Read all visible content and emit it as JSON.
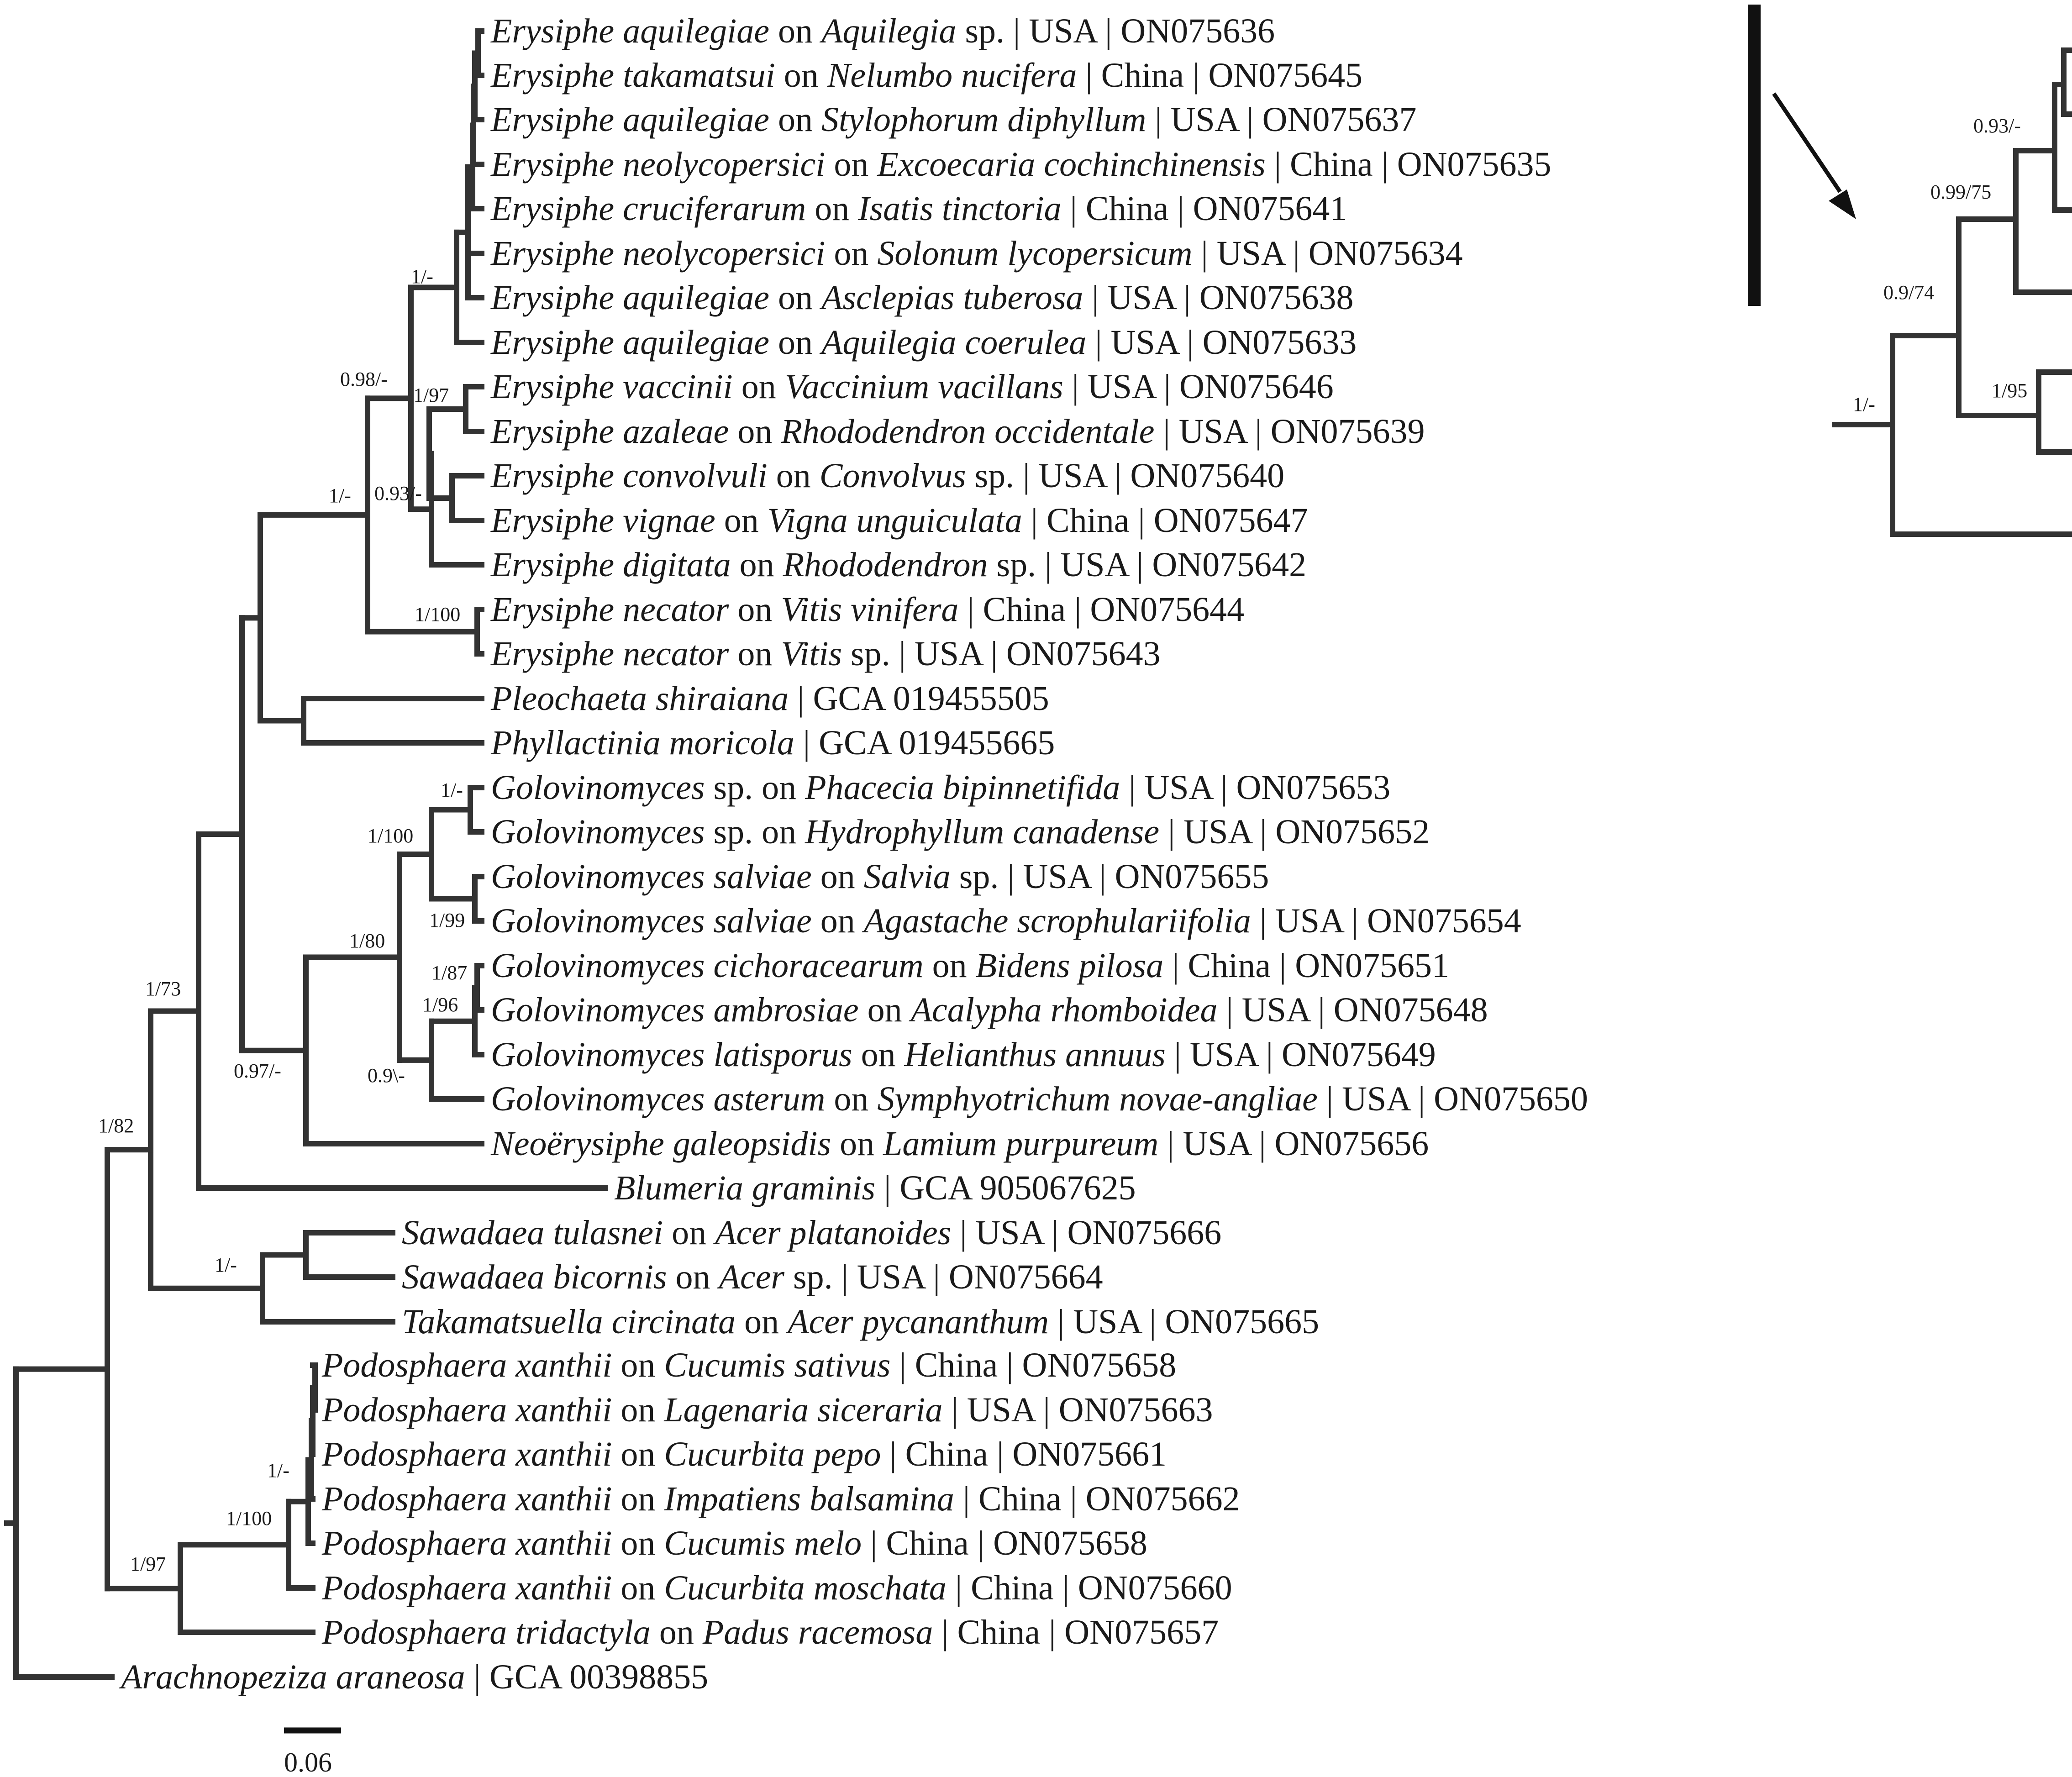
{
  "scale_bar": {
    "label": "0.06"
  },
  "tips": [
    {
      "id": "t1",
      "parts": [
        {
          "t": "Erysiphe aquilegiae",
          "i": true
        },
        {
          "t": " on "
        },
        {
          "t": "Aquilegia",
          "i": true
        },
        {
          "t": " sp. | USA | ON075636"
        }
      ]
    },
    {
      "id": "t2",
      "parts": [
        {
          "t": "Erysiphe takamatsui",
          "i": true
        },
        {
          "t": " on "
        },
        {
          "t": "Nelumbo nucifera",
          "i": true
        },
        {
          "t": " | China | ON075645"
        }
      ]
    },
    {
      "id": "t3",
      "parts": [
        {
          "t": "Erysiphe aquilegiae",
          "i": true
        },
        {
          "t": " on "
        },
        {
          "t": "Stylophorum diphyllum",
          "i": true
        },
        {
          "t": " | USA | ON075637"
        }
      ]
    },
    {
      "id": "t4",
      "parts": [
        {
          "t": "Erysiphe neolycopersici",
          "i": true
        },
        {
          "t": " on "
        },
        {
          "t": "Excoecaria cochinchinensis",
          "i": true
        },
        {
          "t": " | China | ON075635"
        }
      ]
    },
    {
      "id": "t5",
      "parts": [
        {
          "t": "Erysiphe cruciferarum",
          "i": true
        },
        {
          "t": " on "
        },
        {
          "t": "Isatis tinctoria",
          "i": true
        },
        {
          "t": " | China | ON075641"
        }
      ]
    },
    {
      "id": "t6",
      "parts": [
        {
          "t": "Erysiphe neolycopersici",
          "i": true
        },
        {
          "t": " on "
        },
        {
          "t": "Solonum lycopersicum",
          "i": true
        },
        {
          "t": " | USA | ON075634"
        }
      ]
    },
    {
      "id": "t7",
      "parts": [
        {
          "t": "Erysiphe aquilegiae",
          "i": true
        },
        {
          "t": " on "
        },
        {
          "t": "Asclepias tuberosa",
          "i": true
        },
        {
          "t": " | USA | ON075638"
        }
      ]
    },
    {
      "id": "t8",
      "parts": [
        {
          "t": "Erysiphe aquilegiae",
          "i": true
        },
        {
          "t": " on "
        },
        {
          "t": "Aquilegia coerulea",
          "i": true
        },
        {
          "t": " | USA | ON075633"
        }
      ]
    },
    {
      "id": "t9",
      "parts": [
        {
          "t": "Erysiphe vaccinii",
          "i": true
        },
        {
          "t": " on "
        },
        {
          "t": "Vaccinium vacillans",
          "i": true
        },
        {
          "t": " | USA | ON075646"
        }
      ]
    },
    {
      "id": "t10",
      "parts": [
        {
          "t": "Erysiphe azaleae",
          "i": true
        },
        {
          "t": " on "
        },
        {
          "t": "Rhododendron occidentale",
          "i": true
        },
        {
          "t": " | USA | ON075639"
        }
      ]
    },
    {
      "id": "t11",
      "parts": [
        {
          "t": "Erysiphe convolvuli",
          "i": true
        },
        {
          "t": " on "
        },
        {
          "t": "Convolvus",
          "i": true
        },
        {
          "t": " sp. | USA | ON075640"
        }
      ]
    },
    {
      "id": "t12",
      "parts": [
        {
          "t": "Erysiphe vignae",
          "i": true
        },
        {
          "t": " on "
        },
        {
          "t": "Vigna unguiculata",
          "i": true
        },
        {
          "t": " | China | ON075647"
        }
      ]
    },
    {
      "id": "t13",
      "parts": [
        {
          "t": "Erysiphe digitata",
          "i": true
        },
        {
          "t": " on "
        },
        {
          "t": "Rhododendron",
          "i": true
        },
        {
          "t": " sp. | USA | ON075642"
        }
      ]
    },
    {
      "id": "t14",
      "parts": [
        {
          "t": "Erysiphe necator",
          "i": true
        },
        {
          "t": " on "
        },
        {
          "t": "Vitis vinifera",
          "i": true
        },
        {
          "t": " | China | ON075644"
        }
      ]
    },
    {
      "id": "t15",
      "parts": [
        {
          "t": "Erysiphe necator",
          "i": true
        },
        {
          "t": " on "
        },
        {
          "t": "Vitis",
          "i": true
        },
        {
          "t": " sp. | USA | ON075643"
        }
      ]
    },
    {
      "id": "t16",
      "parts": [
        {
          "t": "Pleochaeta shiraiana",
          "i": true
        },
        {
          "t": " | GCA 019455505"
        }
      ]
    },
    {
      "id": "t17",
      "parts": [
        {
          "t": "Phyllactinia moricola",
          "i": true
        },
        {
          "t": " | GCA 019455665"
        }
      ]
    },
    {
      "id": "t18",
      "parts": [
        {
          "t": "Golovinomyces",
          "i": true
        },
        {
          "t": " sp. on "
        },
        {
          "t": "Phacecia bipinnetifida",
          "i": true
        },
        {
          "t": " | USA | ON075653"
        }
      ]
    },
    {
      "id": "t19",
      "parts": [
        {
          "t": "Golovinomyces",
          "i": true
        },
        {
          "t": " sp. on "
        },
        {
          "t": "Hydrophyllum canadense",
          "i": true
        },
        {
          "t": " | USA | ON075652"
        }
      ]
    },
    {
      "id": "t20",
      "parts": [
        {
          "t": "Golovinomyces salviae",
          "i": true
        },
        {
          "t": " on "
        },
        {
          "t": "Salvia",
          "i": true
        },
        {
          "t": " sp. | USA | ON075655"
        }
      ]
    },
    {
      "id": "t21",
      "parts": [
        {
          "t": "Golovinomyces salviae",
          "i": true
        },
        {
          "t": " on "
        },
        {
          "t": "Agastache scrophulariifolia",
          "i": true
        },
        {
          "t": " | USA | ON075654"
        }
      ]
    },
    {
      "id": "t22",
      "parts": [
        {
          "t": "Golovinomyces cichoracearum",
          "i": true
        },
        {
          "t": " on "
        },
        {
          "t": "Bidens pilosa",
          "i": true
        },
        {
          "t": " | China | ON075651"
        }
      ]
    },
    {
      "id": "t23",
      "parts": [
        {
          "t": "Golovinomyces ambrosiae",
          "i": true
        },
        {
          "t": " on "
        },
        {
          "t": "Acalypha rhomboidea",
          "i": true
        },
        {
          "t": " | USA | ON075648"
        }
      ]
    },
    {
      "id": "t24",
      "parts": [
        {
          "t": "Golovinomyces latisporus",
          "i": true
        },
        {
          "t": " on "
        },
        {
          "t": "Helianthus annuus",
          "i": true
        },
        {
          "t": " | USA | ON075649"
        }
      ]
    },
    {
      "id": "t25",
      "parts": [
        {
          "t": "Golovinomyces asterum",
          "i": true
        },
        {
          "t": " on "
        },
        {
          "t": "Symphyotrichum novae-angliae",
          "i": true
        },
        {
          "t": " | USA | ON075650"
        }
      ]
    },
    {
      "id": "t26",
      "parts": [
        {
          "t": "Neoërysiphe galeopsidis",
          "i": true
        },
        {
          "t": " on "
        },
        {
          "t": "Lamium purpureum",
          "i": true
        },
        {
          "t": " | USA | ON075656"
        }
      ]
    },
    {
      "id": "t27",
      "parts": [
        {
          "t": "Blumeria graminis",
          "i": true
        },
        {
          "t": " | GCA 905067625"
        }
      ]
    },
    {
      "id": "t28",
      "parts": [
        {
          "t": "Sawadaea tulasnei",
          "i": true
        },
        {
          "t": " on "
        },
        {
          "t": "Acer platanoides",
          "i": true
        },
        {
          "t": " | USA | ON075666"
        }
      ]
    },
    {
      "id": "t29",
      "parts": [
        {
          "t": "Sawadaea bicornis",
          "i": true
        },
        {
          "t": " on "
        },
        {
          "t": "Acer",
          "i": true
        },
        {
          "t": " sp. | USA | ON075664"
        }
      ]
    },
    {
      "id": "t30",
      "parts": [
        {
          "t": "Takamatsuella circinata",
          "i": true
        },
        {
          "t": " on "
        },
        {
          "t": "Acer pycananthum",
          "i": true
        },
        {
          "t": " | USA | ON075665"
        }
      ]
    },
    {
      "id": "t31",
      "parts": [
        {
          "t": "Podosphaera xanthii",
          "i": true
        },
        {
          "t": " on "
        },
        {
          "t": "Cucumis sativus",
          "i": true
        },
        {
          "t": " | China | ON075658"
        }
      ]
    },
    {
      "id": "t32",
      "parts": [
        {
          "t": "Podosphaera xanthii",
          "i": true
        },
        {
          "t": " on "
        },
        {
          "t": "Lagenaria siceraria",
          "i": true
        },
        {
          "t": " | USA | ON075663"
        }
      ]
    },
    {
      "id": "t33",
      "parts": [
        {
          "t": "Podosphaera xanthii",
          "i": true
        },
        {
          "t": " on "
        },
        {
          "t": "Cucurbita pepo",
          "i": true
        },
        {
          "t": " | China | ON075661"
        }
      ]
    },
    {
      "id": "t34",
      "parts": [
        {
          "t": "Podosphaera xanthii",
          "i": true
        },
        {
          "t": " on "
        },
        {
          "t": "Impatiens balsamina",
          "i": true
        },
        {
          "t": " | China | ON075662"
        }
      ]
    },
    {
      "id": "t35",
      "parts": [
        {
          "t": "Podosphaera xanthii",
          "i": true
        },
        {
          "t": " on "
        },
        {
          "t": "Cucumis melo",
          "i": true
        },
        {
          "t": " | China | ON075658"
        }
      ]
    },
    {
      "id": "t36",
      "parts": [
        {
          "t": "Podosphaera xanthii",
          "i": true
        },
        {
          "t": " on "
        },
        {
          "t": "Cucurbita moschata",
          "i": true
        },
        {
          "t": " | China | ON075660"
        }
      ]
    },
    {
      "id": "t37",
      "parts": [
        {
          "t": "Podosphaera tridactyla",
          "i": true
        },
        {
          "t": " on "
        },
        {
          "t": "Padus racemosa",
          "i": true
        },
        {
          "t": " | China | ON075657"
        }
      ]
    },
    {
      "id": "t38",
      "parts": [
        {
          "t": "Arachnopeziza araneosa",
          "i": true
        },
        {
          "t": " | GCA 00398855"
        }
      ]
    }
  ],
  "supports": {
    "n_e1": "1/-",
    "n_e098": "0.98/-",
    "n_e197": "1/97",
    "n_e093": "0.93/-",
    "n_necator": "1/100",
    "n_ery1": "1/-",
    "n_g1": "1/-",
    "n_g1100": "1/100",
    "n_g199": "1/99",
    "n_g180": "1/80",
    "n_g187": "1/87",
    "n_g196": "1/96",
    "n_g09": "0.9\\-",
    "n_g097": "0.97/-",
    "n_173": "1/73",
    "n_saw": "1/-",
    "n_182": "1/82",
    "n_p1": "1/-",
    "n_p1100": "1/100",
    "n_p197": "1/97"
  },
  "inset_supports": {
    "i_093": "0.93/-",
    "i_099": "0.99/75",
    "i_09": "0.9/74",
    "i_195": "1/95",
    "i_1": "1/-"
  }
}
